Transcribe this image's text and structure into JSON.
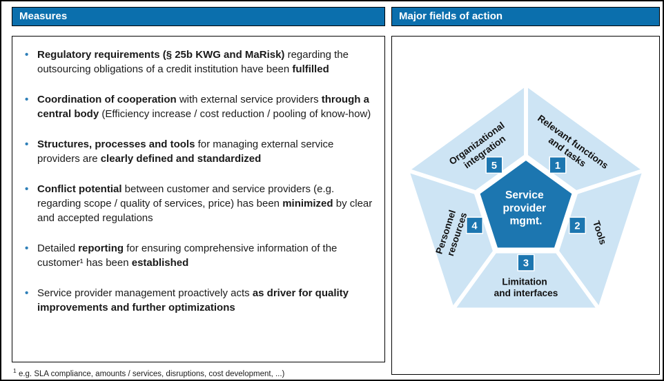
{
  "colors": {
    "header_blue": "#0b6fad",
    "segment_light_blue": "#cde4f4",
    "pentagon_dark_blue": "#1c76b0",
    "bullet_blue": "#2e7fb8",
    "text_dark": "#1a1a1a"
  },
  "left_panel": {
    "header": "Measures",
    "bullets": [
      {
        "segments": [
          {
            "t": "Regulatory requirements (§ 25b KWG and MaRisk)",
            "b": true
          },
          {
            "t": " regarding the outsourcing obligations of a credit institution have been ",
            "b": false
          },
          {
            "t": "fulfilled",
            "b": true
          }
        ]
      },
      {
        "segments": [
          {
            "t": "Coordination of cooperation",
            "b": true
          },
          {
            "t": " with external service providers ",
            "b": false
          },
          {
            "t": "through a central body",
            "b": true
          },
          {
            "t": " (Efficiency increase / cost reduction / pooling of know-how)",
            "b": false
          }
        ]
      },
      {
        "segments": [
          {
            "t": "Structures, processes and tools",
            "b": true
          },
          {
            "t": " for managing external service providers are ",
            "b": false
          },
          {
            "t": "clearly defined and standardized",
            "b": true
          }
        ]
      },
      {
        "segments": [
          {
            "t": "Conflict potential",
            "b": true
          },
          {
            "t": " between customer and service providers (e.g. regarding scope / quality of services, price) has been ",
            "b": false
          },
          {
            "t": "minimized",
            "b": true
          },
          {
            "t": " by clear and accepted regulations",
            "b": false
          }
        ]
      },
      {
        "segments": [
          {
            "t": "Detailed ",
            "b": false
          },
          {
            "t": "reporting",
            "b": true
          },
          {
            "t": " for ensuring comprehensive information of the customer¹ has been ",
            "b": false
          },
          {
            "t": "established",
            "b": true
          }
        ]
      },
      {
        "segments": [
          {
            "t": "Service provider management proactively acts ",
            "b": false
          },
          {
            "t": "as driver for quality improvements and further optimizations",
            "b": true
          }
        ]
      }
    ],
    "footnote": {
      "marker": "1",
      "text": "e.g. SLA compliance, amounts / services, disruptions, cost development, ...)"
    }
  },
  "right_panel": {
    "header": "Major fields of action",
    "center": {
      "line1": "Service",
      "line2": "provider",
      "line3": "mgmt."
    },
    "fields": [
      {
        "num": "1",
        "line1": "Relevant functions",
        "line2": "and tasks"
      },
      {
        "num": "2",
        "line1": "Tools",
        "line2": ""
      },
      {
        "num": "3",
        "line1": "Limitation",
        "line2": "and interfaces"
      },
      {
        "num": "4",
        "line1": "Personnel",
        "line2": "resources"
      },
      {
        "num": "5",
        "line1": "Organizational",
        "line2": "integration"
      }
    ]
  }
}
